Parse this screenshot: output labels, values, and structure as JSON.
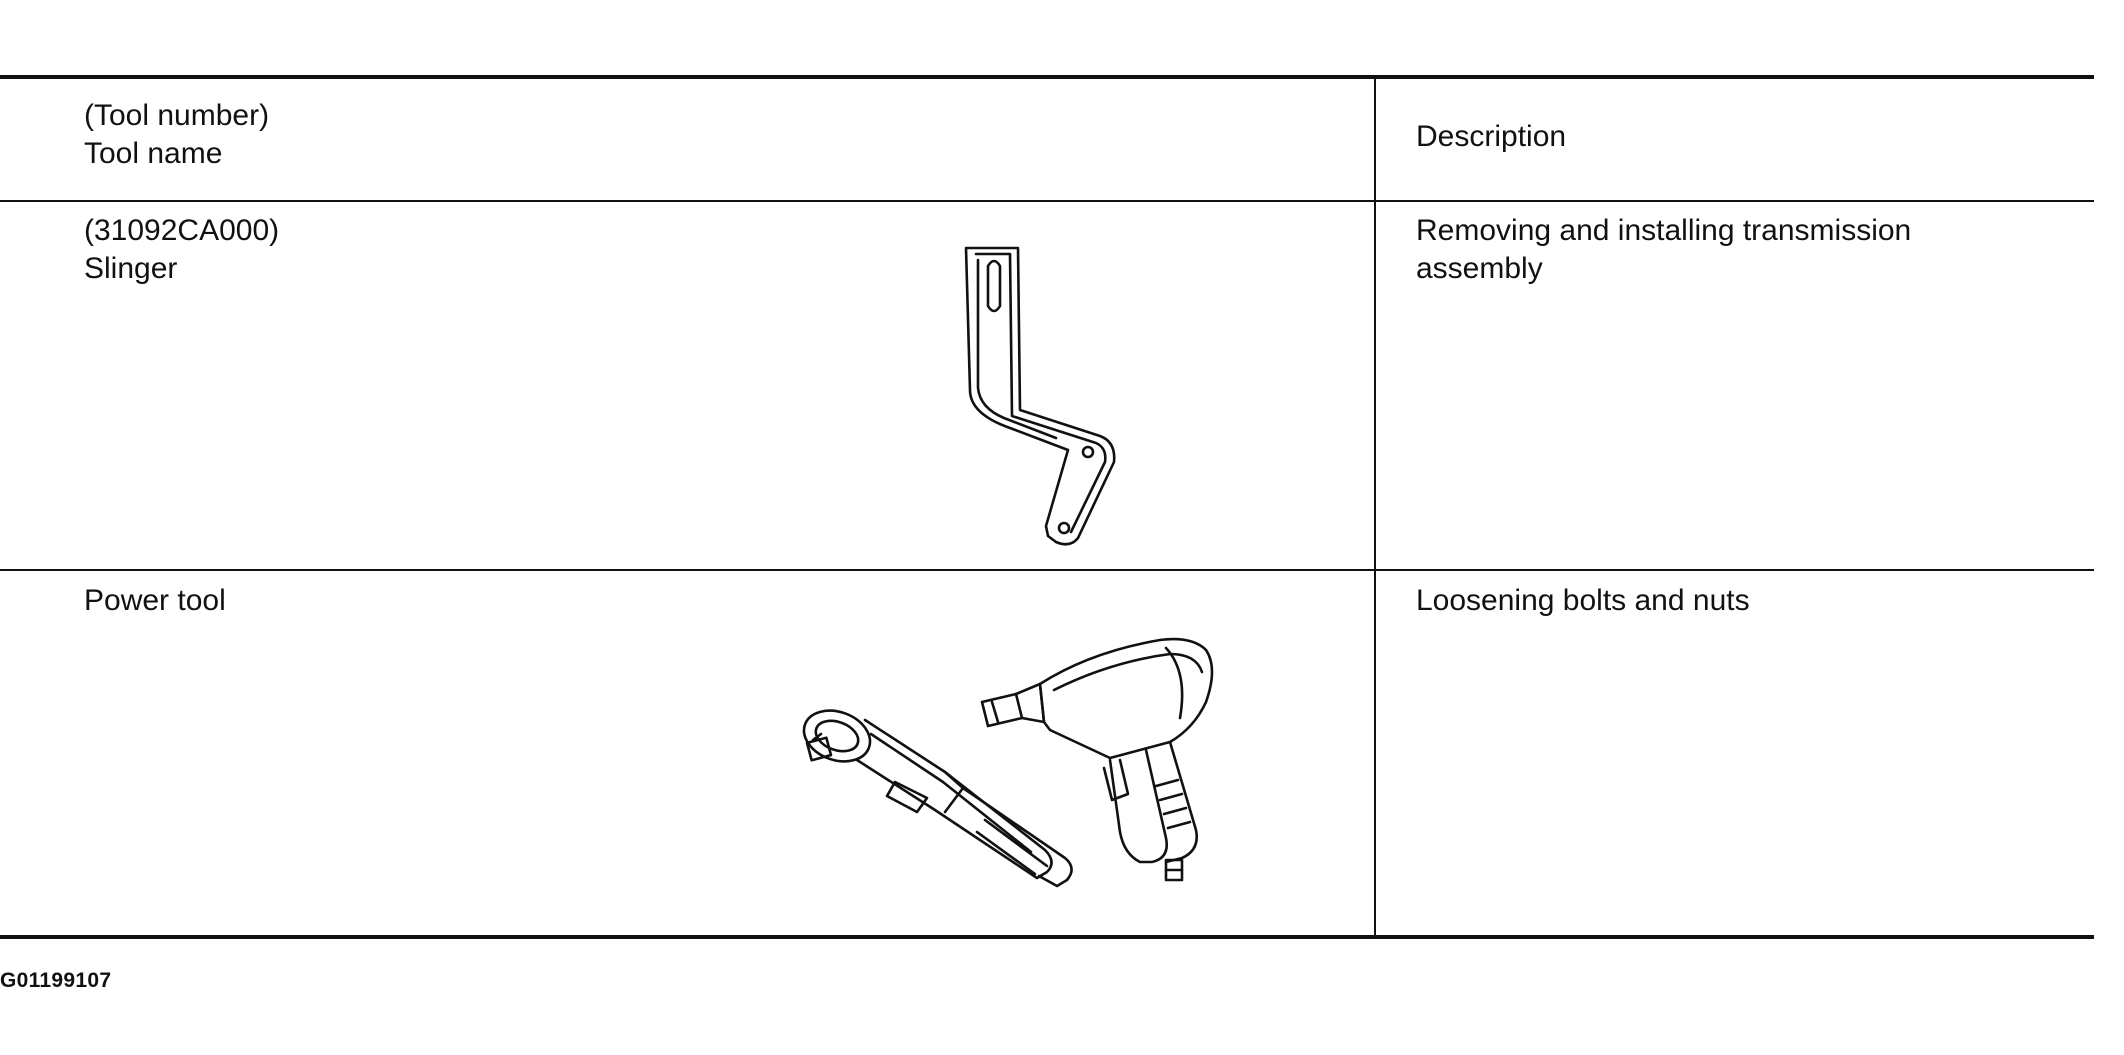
{
  "table": {
    "header": {
      "tool_column": "(Tool number)\n Tool name",
      "description_column": "Description"
    },
    "rows": [
      {
        "tool": "(31092CA000)\nSlinger",
        "description": "Removing and installing transmission\nassembly",
        "illustration": "slinger-bracket-icon"
      },
      {
        "tool": "Power tool",
        "description": "Loosening bolts and nuts",
        "illustration": "power-tool-icon"
      }
    ]
  },
  "figure_code": "G01199107"
}
